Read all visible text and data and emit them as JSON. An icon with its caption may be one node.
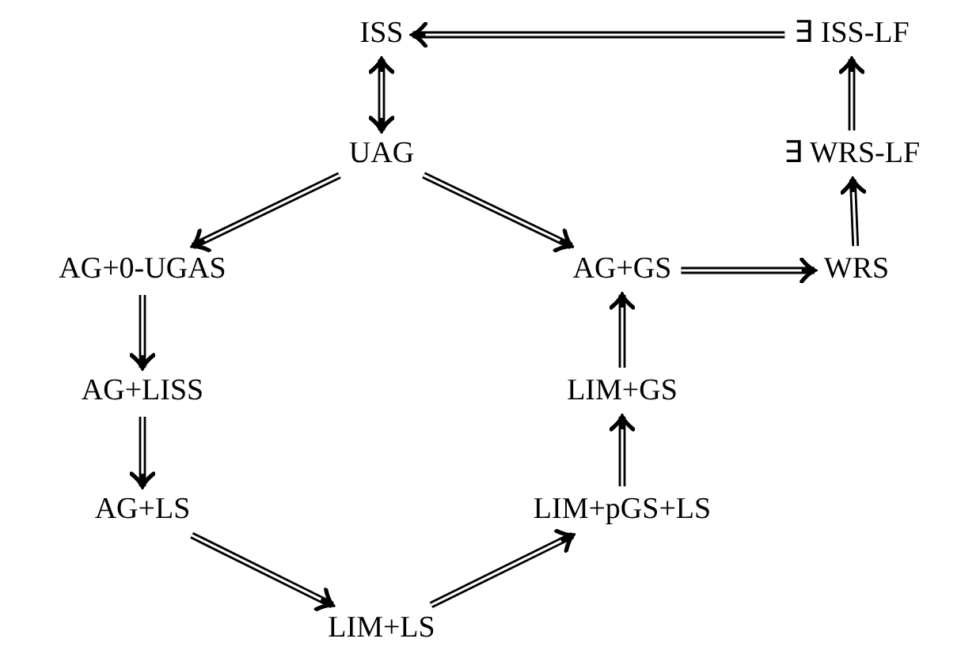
{
  "diagram": {
    "nodes": [
      {
        "text": [
          "ISS"
        ]
      },
      {
        "text": [
          "∃ ISS-LF"
        ]
      },
      {
        "text": [
          "UAG"
        ]
      },
      {
        "text": [
          "∃ WRS-LF"
        ]
      },
      {
        "text": [
          "AG+0-UGAS"
        ]
      },
      {
        "text": [
          "AG+GS"
        ]
      },
      {
        "text": [
          "WRS"
        ]
      },
      {
        "text": [
          "AG+LISS"
        ]
      },
      {
        "text": [
          "LIM+GS"
        ]
      },
      {
        "text": [
          "AG+LS"
        ]
      },
      {
        "text": [
          "LIM+pGS+LS"
        ]
      },
      {
        "text": [
          "LIM+LS"
        ]
      }
    ],
    "edges": [
      {
        "from": 1,
        "to": 0,
        "arrow": "to"
      },
      {
        "from": 0,
        "to": 2,
        "arrow": "both"
      },
      {
        "from": 2,
        "to": 4,
        "arrow": "to"
      },
      {
        "from": 2,
        "to": 5,
        "arrow": "to"
      },
      {
        "from": 5,
        "to": 6,
        "arrow": "to"
      },
      {
        "from": 6,
        "to": 3,
        "arrow": "to"
      },
      {
        "from": 3,
        "to": 1,
        "arrow": "to"
      },
      {
        "from": 4,
        "to": 7,
        "arrow": "to"
      },
      {
        "from": 7,
        "to": 9,
        "arrow": "to"
      },
      {
        "from": 9,
        "to": 11,
        "arrow": "to"
      },
      {
        "from": 11,
        "to": 10,
        "arrow": "to"
      },
      {
        "from": 10,
        "to": 8,
        "arrow": "to"
      },
      {
        "from": 8,
        "to": 5,
        "arrow": "to"
      }
    ]
  }
}
